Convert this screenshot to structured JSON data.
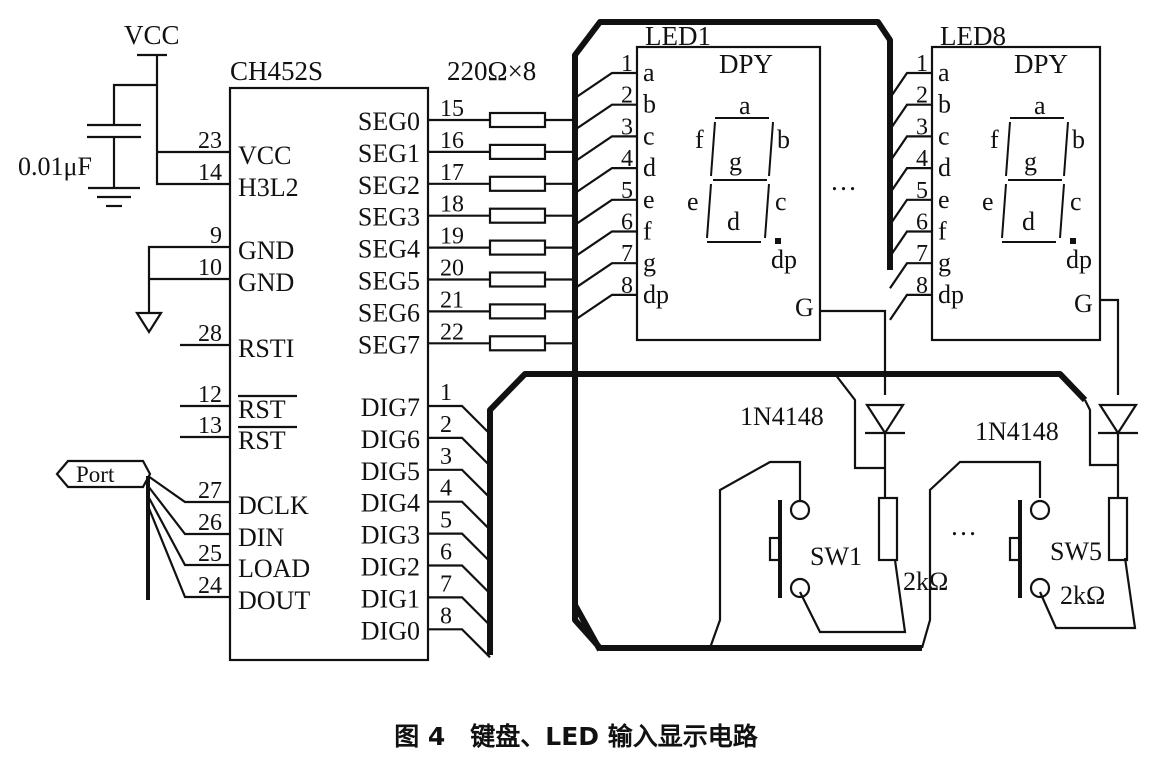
{
  "chip": {
    "name": "CH452S",
    "left_pins": [
      {
        "num": "23",
        "name": "VCC"
      },
      {
        "num": "14",
        "name": "H3L2"
      },
      {
        "num": "9",
        "name": "GND"
      },
      {
        "num": "10",
        "name": "GND"
      },
      {
        "num": "28",
        "name": "RSTI"
      },
      {
        "num": "12",
        "name": "RST"
      },
      {
        "num": "13",
        "name": "RST"
      },
      {
        "num": "27",
        "name": "DCLK"
      },
      {
        "num": "26",
        "name": "DIN"
      },
      {
        "num": "25",
        "name": "LOAD"
      },
      {
        "num": "24",
        "name": "DOUT"
      }
    ],
    "seg_pins": [
      {
        "num": "15",
        "name": "SEG0"
      },
      {
        "num": "16",
        "name": "SEG1"
      },
      {
        "num": "17",
        "name": "SEG2"
      },
      {
        "num": "18",
        "name": "SEG3"
      },
      {
        "num": "19",
        "name": "SEG4"
      },
      {
        "num": "20",
        "name": "SEG5"
      },
      {
        "num": "21",
        "name": "SEG6"
      },
      {
        "num": "22",
        "name": "SEG7"
      }
    ],
    "dig_pins": [
      {
        "num": "1",
        "name": "DIG7"
      },
      {
        "num": "2",
        "name": "DIG6"
      },
      {
        "num": "3",
        "name": "DIG5"
      },
      {
        "num": "4",
        "name": "DIG4"
      },
      {
        "num": "5",
        "name": "DIG3"
      },
      {
        "num": "6",
        "name": "DIG2"
      },
      {
        "num": "7",
        "name": "DIG1"
      },
      {
        "num": "8",
        "name": "DIG0"
      }
    ]
  },
  "power": {
    "vcc": "VCC",
    "capacitor": "0.01μF"
  },
  "port_label": "Port",
  "resistor_array": "220Ω×8",
  "leds": [
    {
      "name": "LED1",
      "type": "DPY",
      "common": "G"
    },
    {
      "name": "LED8",
      "type": "DPY",
      "common": "G"
    }
  ],
  "led_pins": [
    {
      "num": "1",
      "name": "a"
    },
    {
      "num": "2",
      "name": "b"
    },
    {
      "num": "3",
      "name": "c"
    },
    {
      "num": "4",
      "name": "d"
    },
    {
      "num": "5",
      "name": "e"
    },
    {
      "num": "6",
      "name": "f"
    },
    {
      "num": "7",
      "name": "g"
    },
    {
      "num": "8",
      "name": "dp"
    }
  ],
  "segment_labels": {
    "a": "a",
    "b": "b",
    "c": "c",
    "d": "d",
    "e": "e",
    "f": "f",
    "g": "g",
    "dp": "dp"
  },
  "ellipsis": "…",
  "diodes": [
    "1N4148",
    "1N4148"
  ],
  "switches": [
    "SW1",
    "SW5"
  ],
  "pullups": [
    "2kΩ",
    "2kΩ"
  ],
  "caption": "图 4　键盘、LED 输入显示电路"
}
